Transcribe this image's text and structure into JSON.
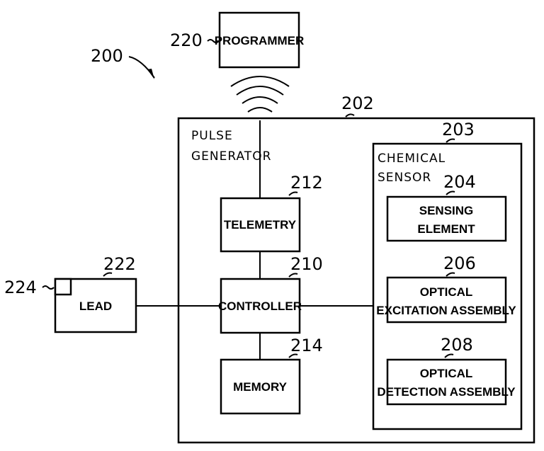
{
  "figure_ref": "200",
  "programmer": {
    "ref": "220",
    "label": "PROGRAMMER"
  },
  "pulse_generator": {
    "ref": "202",
    "label_line1": "PULSE",
    "label_line2": "GENERATOR"
  },
  "telemetry": {
    "ref": "212",
    "label": "TELEMETRY"
  },
  "controller": {
    "ref": "210",
    "label": "CONTROLLER"
  },
  "memory": {
    "ref": "214",
    "label": "MEMORY"
  },
  "lead": {
    "ref": "222",
    "label": "LEAD",
    "tip_ref": "224"
  },
  "chemical_sensor": {
    "ref": "203",
    "label_line1": "CHEMICAL",
    "label_line2": "SENSOR",
    "sensing": {
      "ref": "204",
      "line1": "SENSING",
      "line2": "ELEMENT"
    },
    "excitation": {
      "ref": "206",
      "line1": "OPTICAL",
      "line2": "EXCITATION ASSEMBLY"
    },
    "detection": {
      "ref": "208",
      "line1": "OPTICAL",
      "line2": "DETECTION ASSEMBLY"
    }
  }
}
